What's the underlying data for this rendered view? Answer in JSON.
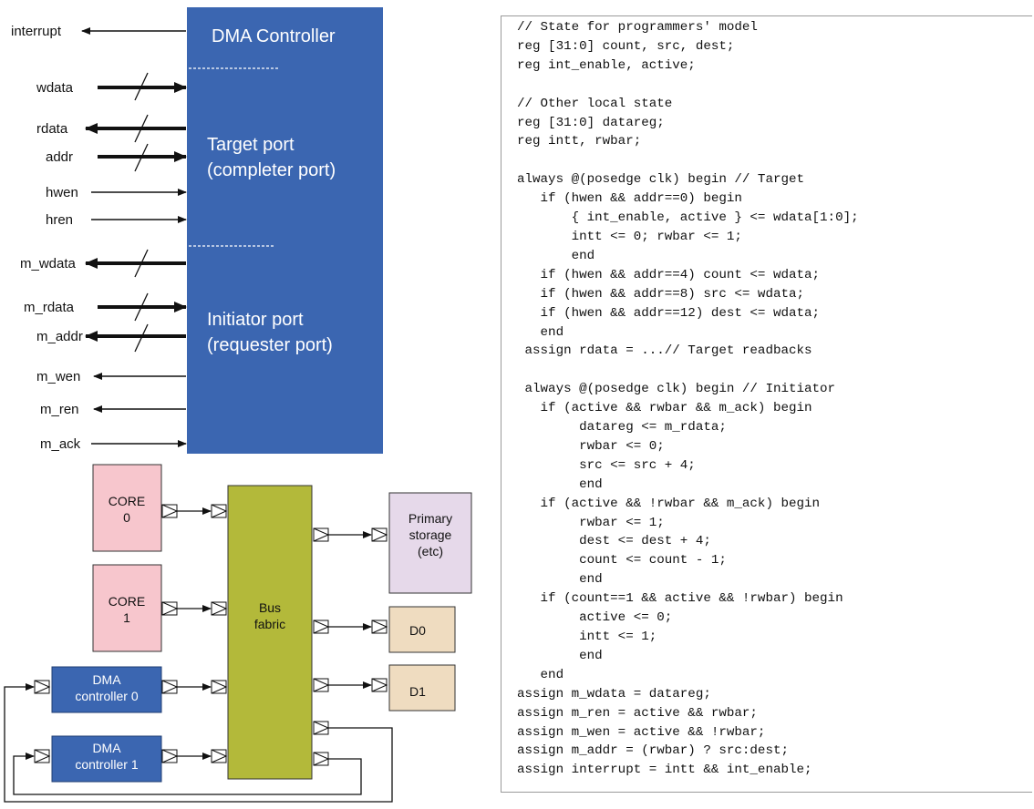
{
  "dma_controller": {
    "title": "DMA Controller",
    "target_port_line1": "Target port",
    "target_port_line2": "(completer port)",
    "initiator_port_line1": "Initiator port",
    "initiator_port_line2": "(requester port)",
    "signals": {
      "interrupt": "interrupt",
      "wdata": "wdata",
      "rdata": "rdata",
      "addr": "addr",
      "hwen": "hwen",
      "hren": "hren",
      "m_wdata": "m_wdata",
      "m_rdata": "m_rdata",
      "m_addr": "m_addr",
      "m_wen": "m_wen",
      "m_ren": "m_ren",
      "m_ack": "m_ack"
    }
  },
  "system": {
    "core0_line1": "CORE",
    "core0_line2": "0",
    "core1_line1": "CORE",
    "core1_line2": "1",
    "bus_line1": "Bus",
    "bus_line2": "fabric",
    "storage_line1": "Primary",
    "storage_line2": "storage",
    "storage_line3": "(etc)",
    "d0": "D0",
    "d1": "D1",
    "dma0_line1": "DMA",
    "dma0_line2": "controller 0",
    "dma1_line1": "DMA",
    "dma1_line2": "controller 1"
  },
  "colors": {
    "dma_blue": "#3b66b1",
    "core_pink": "#f7c6cd",
    "bus_olive": "#b3b93a",
    "storage_lavender": "#e6d9ea",
    "device_tan": "#efdcc0"
  },
  "code_lines": [
    "// State for programmers' model",
    "reg [31:0] count, src, dest;",
    "reg int_enable, active;",
    "",
    "// Other local state",
    "reg [31:0] datareg;",
    "reg intt, rwbar;",
    "",
    "always @(posedge clk) begin // Target",
    "   if (hwen && addr==0) begin",
    "       { int_enable, active } <= wdata[1:0];",
    "       intt <= 0; rwbar <= 1;",
    "       end",
    "   if (hwen && addr==4) count <= wdata;",
    "   if (hwen && addr==8) src <= wdata;",
    "   if (hwen && addr==12) dest <= wdata;",
    "   end",
    " assign rdata = ...// Target readbacks",
    "",
    " always @(posedge clk) begin // Initiator",
    "   if (active && rwbar && m_ack) begin",
    "        datareg <= m_rdata;",
    "        rwbar <= 0;",
    "        src <= src + 4;",
    "        end",
    "   if (active && !rwbar && m_ack) begin",
    "        rwbar <= 1;",
    "        dest <= dest + 4;",
    "        count <= count - 1;",
    "        end",
    "   if (count==1 && active && !rwbar) begin",
    "        active <= 0;",
    "        intt <= 1;",
    "        end",
    "   end",
    "assign m_wdata = datareg;",
    "assign m_ren = active && rwbar;",
    "assign m_wen = active && !rwbar;",
    "assign m_addr = (rwbar) ? src:dest;",
    "assign interrupt = intt && int_enable;"
  ]
}
